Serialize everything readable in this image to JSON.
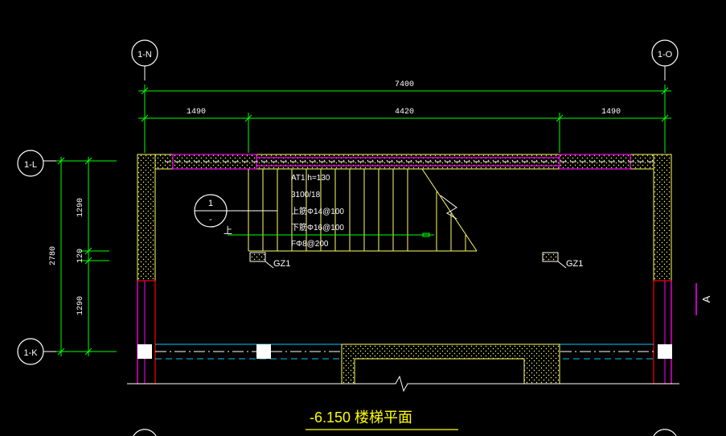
{
  "drawing": {
    "title": "-6.150  楼梯平面",
    "grid_labels": {
      "top_left": "1-N",
      "top_right": "1-O",
      "left_top": "1-L",
      "left_bottom": "1-K"
    },
    "dimensions": {
      "overall_width": "7400",
      "seg_left": "1490",
      "seg_mid": "4420",
      "seg_right": "1490",
      "overall_height": "2780",
      "h_top": "1290",
      "h_mid": "120",
      "h_bottom": "1290"
    },
    "stair_note": {
      "line1": "AT1,h=130",
      "line2": "3100/18",
      "line3": "上筋Φ14@100",
      "line4": "下筋Φ16@100",
      "line5": "FΦ8@200"
    },
    "section_marker": {
      "top": "1",
      "bottom": "-"
    },
    "up_mark": "上",
    "columns": {
      "left": "GZ1",
      "right": "GZ1"
    },
    "section_label": "A"
  },
  "colors": {
    "background": "#000000",
    "dimension_green": "#00ff00",
    "wall_yellow": "#ffff66",
    "beam_magenta": "#ff00ff",
    "column_red": "#ff0000",
    "grid_white": "#ffffff",
    "hidden_cyan": "#00c8ff",
    "title_yellow": "#ffff00"
  }
}
